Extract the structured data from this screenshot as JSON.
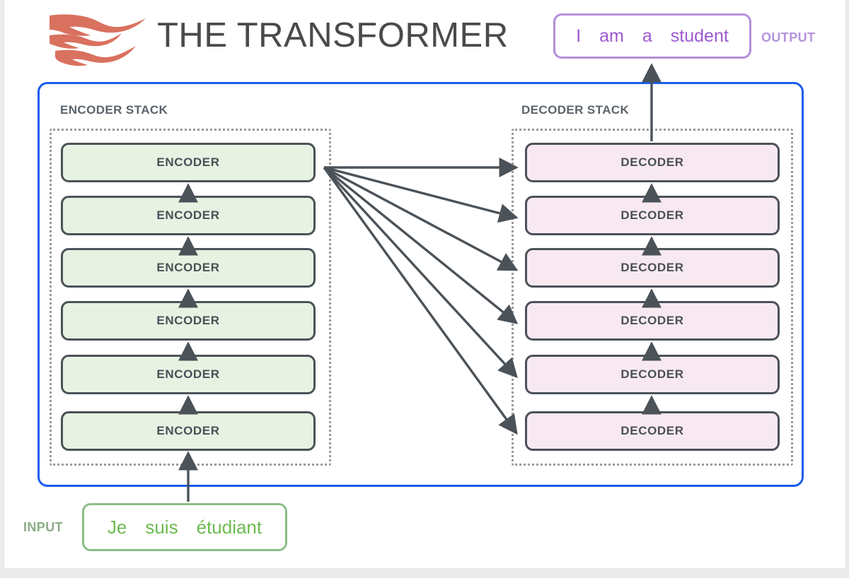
{
  "page": {
    "title": "THE TRANSFORMER",
    "logo_icon": "flame-logo-icon",
    "background": "#ebebeb",
    "card_background": "#ffffff"
  },
  "colors": {
    "frame_blue": "#1a5df0",
    "encoder_fill": "#e7f2e2",
    "decoder_fill": "#f8e9f1",
    "unit_border": "#4b5258",
    "unit_text": "#4a5056",
    "stack_dotted": "#9a9a9a",
    "input_border": "#8cbd86",
    "input_text": "#6cbb4f",
    "input_label": "#8aad84",
    "output_border": "#b28fd8",
    "output_text": "#9b59d0",
    "output_label": "#b494dd",
    "arrow": "#4b5258",
    "logo": "#d9715f"
  },
  "output": {
    "label": "OUTPUT",
    "tokens": [
      "I",
      "am",
      "a",
      "student"
    ]
  },
  "input": {
    "label": "INPUT",
    "tokens": [
      "Je",
      "suis",
      "étudiant"
    ]
  },
  "encoder_stack": {
    "label": "ENCODER STACK",
    "units": [
      {
        "label": "ENCODER"
      },
      {
        "label": "ENCODER"
      },
      {
        "label": "ENCODER"
      },
      {
        "label": "ENCODER"
      },
      {
        "label": "ENCODER"
      },
      {
        "label": "ENCODER"
      }
    ]
  },
  "decoder_stack": {
    "label": "DECODER STACK",
    "units": [
      {
        "label": "DECODER"
      },
      {
        "label": "DECODER"
      },
      {
        "label": "DECODER"
      },
      {
        "label": "DECODER"
      },
      {
        "label": "DECODER"
      },
      {
        "label": "DECODER"
      }
    ]
  },
  "connections": {
    "encoder_internal_arrows": 5,
    "decoder_internal_arrows": 5,
    "encoder_to_decoder_arrows": 6,
    "input_arrow": 1,
    "output_arrow": 1
  }
}
